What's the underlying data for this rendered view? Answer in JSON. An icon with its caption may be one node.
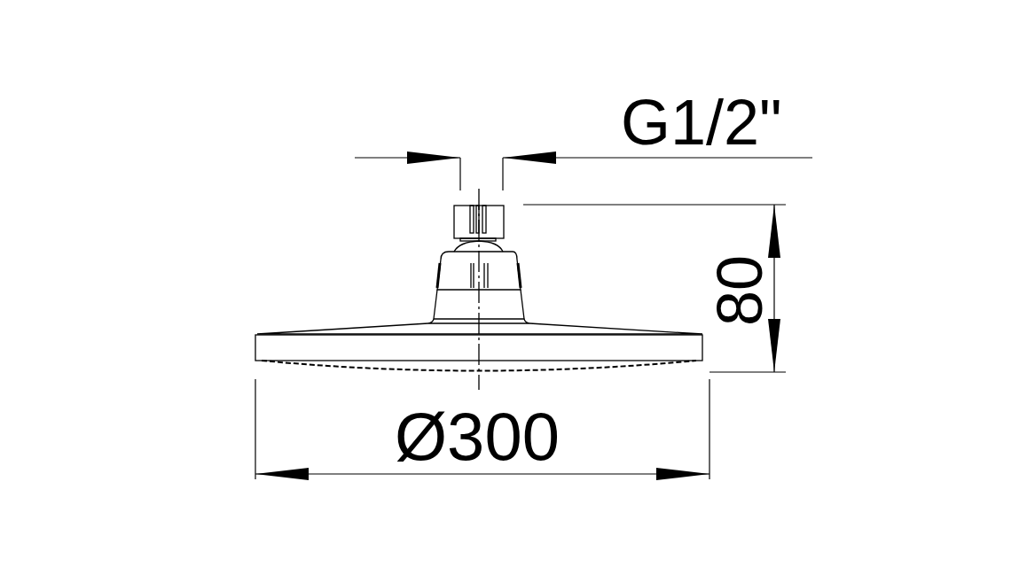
{
  "diagram": {
    "labels": [
      "G1/2\"",
      "80",
      "Ø300"
    ]
  }
}
